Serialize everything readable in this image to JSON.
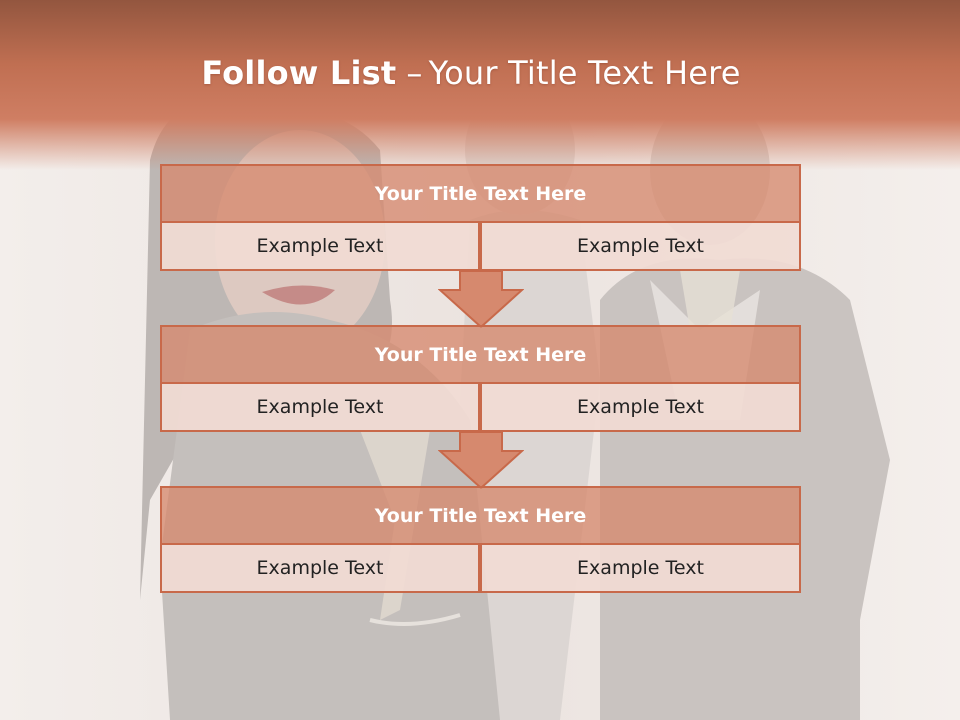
{
  "title": {
    "main": "Follow List",
    "dash": "–",
    "sub": "Your Title Text Here"
  },
  "colors": {
    "accent": "#c8694a",
    "title_fill": "#d6896e",
    "cell_fill": "#f1dbd4",
    "header_band": "#c06f52"
  },
  "blocks": [
    {
      "title": "Your Title Text Here",
      "left": "Example Text",
      "right": "Example Text"
    },
    {
      "title": "Your Title Text Here",
      "left": "Example Text",
      "right": "Example Text"
    },
    {
      "title": "Your Title Text Here",
      "left": "Example Text",
      "right": "Example Text"
    }
  ],
  "icons": {
    "connector": "down-arrow-icon",
    "background": "celebration-photo"
  }
}
